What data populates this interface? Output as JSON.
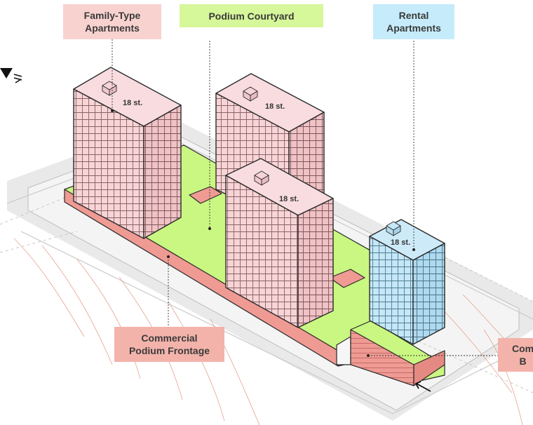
{
  "labels": {
    "family": "Family-Type\nApartments",
    "courtyard": "Podium Courtyard",
    "rental": "Rental\nApartments",
    "commercial": "Commercial\nPodium Frontage",
    "edge": "Com\nB"
  },
  "storeys": {
    "t1": "18 st.",
    "t2": "18 st.",
    "t3": "18 st.",
    "t4": "18 st."
  },
  "icons": {
    "north": "north-arrow-icon",
    "entry": "entry-arrow-icon"
  },
  "colors": {
    "tower_pink": "#f7d4d6",
    "tower_blue": "#c5e7f7",
    "podium_green": "#c9f781",
    "podium_salmon": "#ef9a93",
    "outline": "#2a2a2a"
  }
}
